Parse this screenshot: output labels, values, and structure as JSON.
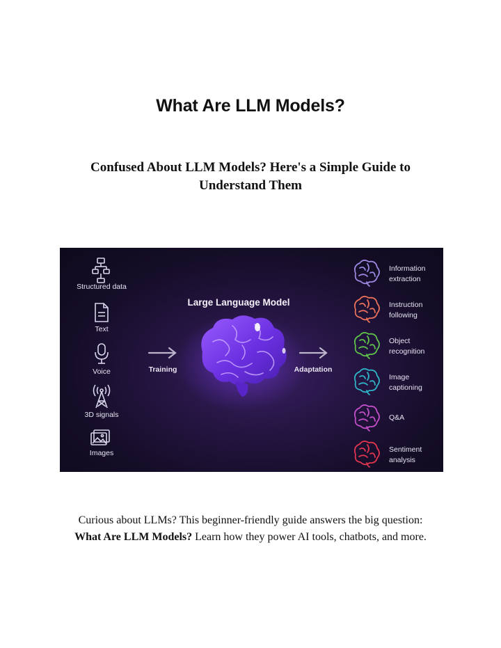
{
  "document": {
    "title": "What Are LLM Models?",
    "subtitle": "Confused About LLM Models? Here's a Simple Guide to Understand Them",
    "intro": {
      "line1": "Curious about LLMs? This beginner-friendly guide answers the big question:",
      "bold": "What Are LLM Models?",
      "line2_rest": " Learn how they power AI tools, chatbots, and more."
    }
  },
  "figure": {
    "center_label": "Large Language Model",
    "training_label": "Training",
    "adaptation_label": "Adaptation",
    "brain_icon": "brain-icon",
    "inputs": [
      {
        "label": "Structured data",
        "icon": "flowchart-icon"
      },
      {
        "label": "Text",
        "icon": "document-icon"
      },
      {
        "label": "Voice",
        "icon": "microphone-icon"
      },
      {
        "label": "3D signals",
        "icon": "antenna-icon"
      },
      {
        "label": "Images",
        "icon": "image-icon"
      }
    ],
    "outputs": [
      {
        "line1": "Information",
        "line2": "extraction",
        "color": "#9b87e0"
      },
      {
        "line1": "Instruction",
        "line2": "following",
        "color": "#e8705a"
      },
      {
        "line1": "Object",
        "line2": "recognition",
        "color": "#5ec24a"
      },
      {
        "line1": "Image",
        "line2": "captioning",
        "color": "#2fb3c6"
      },
      {
        "line1": "Q&A",
        "line2": "",
        "color": "#c24fc8"
      },
      {
        "line1": "Sentiment",
        "line2": "analysis",
        "color": "#e0344f"
      }
    ],
    "colors": {
      "icon_stroke": "#d9d4ea",
      "label_text": "#e8e4f2",
      "brain_primary": "#7a3ff0",
      "brain_highlight": "#b98cff"
    }
  }
}
